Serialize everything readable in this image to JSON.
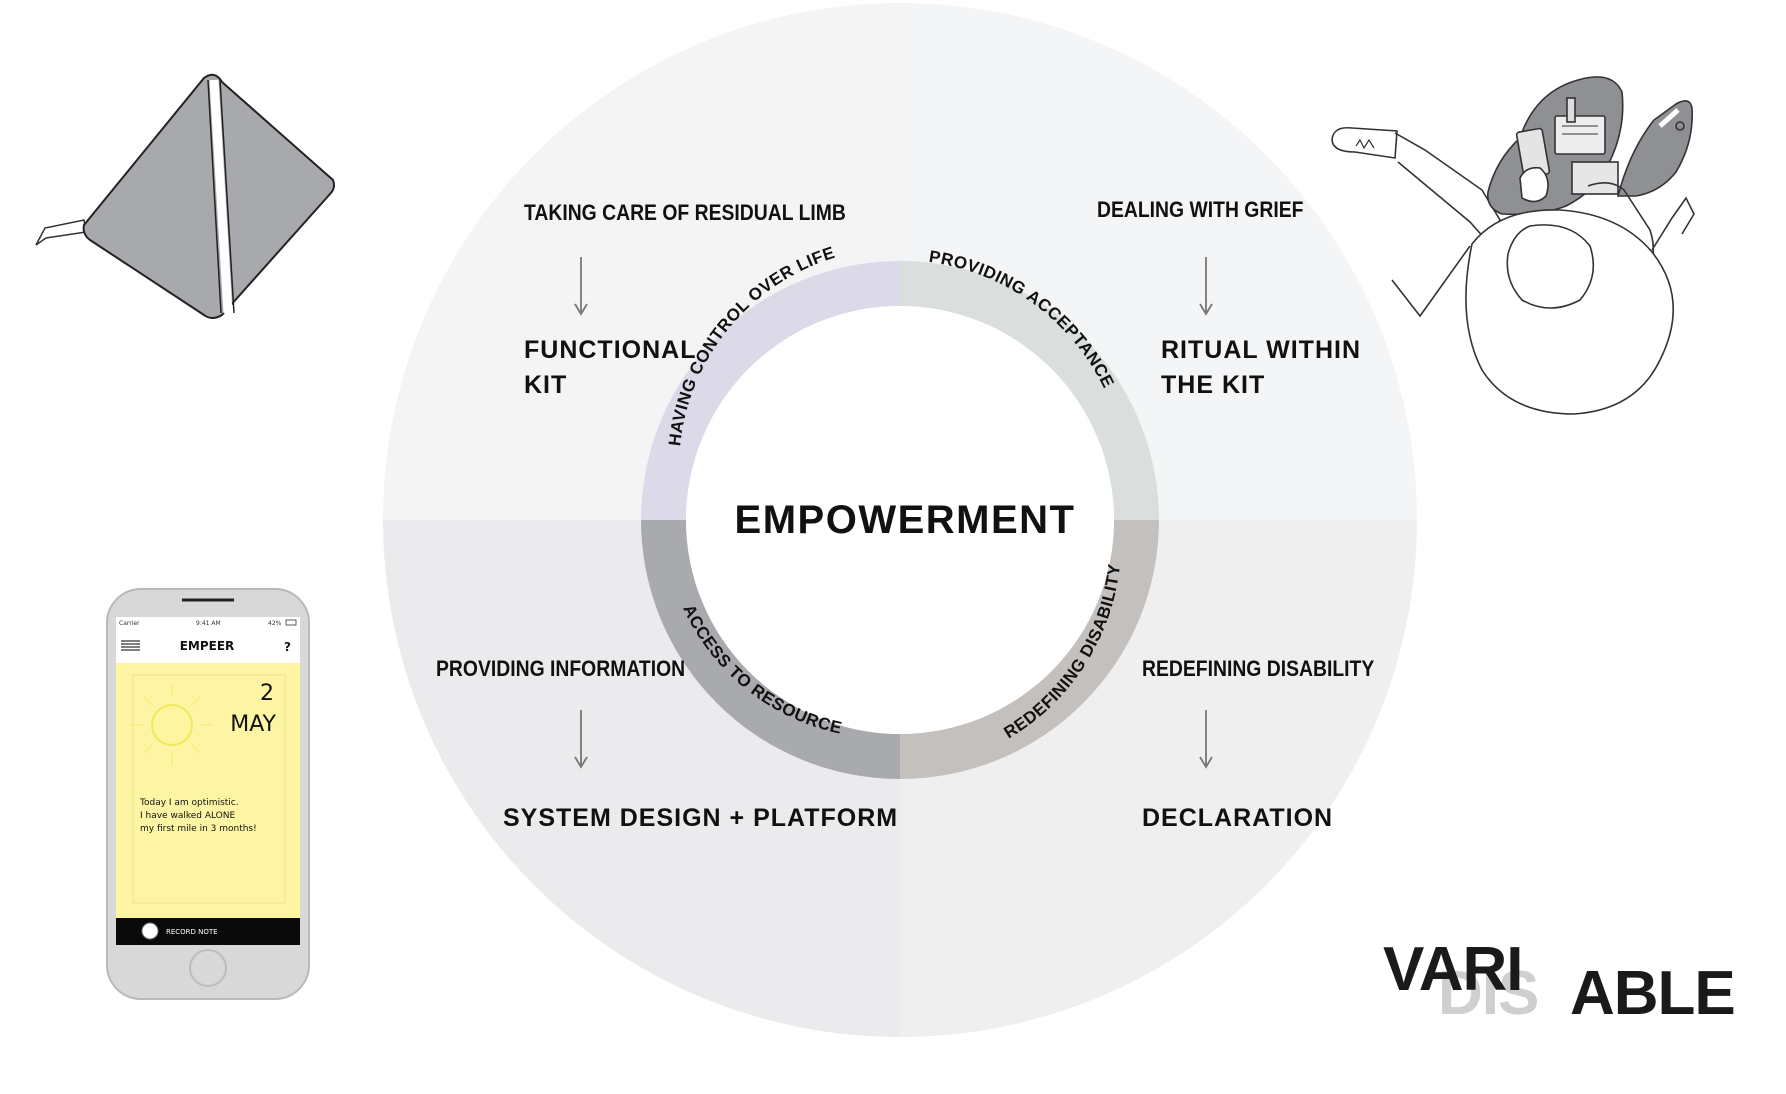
{
  "center_label": "EMPOWERMENT",
  "ring_segments": [
    {
      "label": "HAVING CONTROL OVER LIFE",
      "color": "#dcdae9"
    },
    {
      "label": "PROVIDING ACCEPTANCE",
      "color": "#dadedd"
    },
    {
      "label": "REDEFINING DISABILITY",
      "color": "#c3c0be"
    },
    {
      "label": "ACCESS TO RESOURCES",
      "color": "#a8aaad"
    }
  ],
  "quadrants": {
    "top_left": {
      "need": "TAKING CARE OF RESIDUAL LIMB",
      "solution_line1": "FUNCTIONAL",
      "solution_line2": "KIT"
    },
    "top_right": {
      "need": "DEALING WITH GRIEF",
      "solution_line1": "RITUAL WITHIN",
      "solution_line2": "THE KIT"
    },
    "bottom_left": {
      "need": "PROVIDING INFORMATION",
      "solution": "SYSTEM DESIGN + PLATFORM"
    },
    "bottom_right": {
      "need": "REDEFINING DISABILITY",
      "solution": "DECLARATION"
    }
  },
  "phone": {
    "carrier": "Carrier",
    "time": "9:41 AM",
    "battery": "42%",
    "app_title": "EMPEER",
    "help": "?",
    "day": "2",
    "month": "MAY",
    "note_line1": "Today I am optimistic.",
    "note_line2": "I have walked ALONE",
    "note_line3": "my first mile in 3 months!",
    "record_label": "RECORD NOTE"
  },
  "logo": {
    "top": "VARI",
    "overlay": "DIS",
    "bottom": "ABLE"
  },
  "colors": {
    "q_top_left": "#f4f4f5",
    "q_top_right": "#f4f5f6",
    "q_bottom_left": "#ebebed",
    "q_bottom_right": "#efefef",
    "phone_screen": "#fdf5a4"
  }
}
